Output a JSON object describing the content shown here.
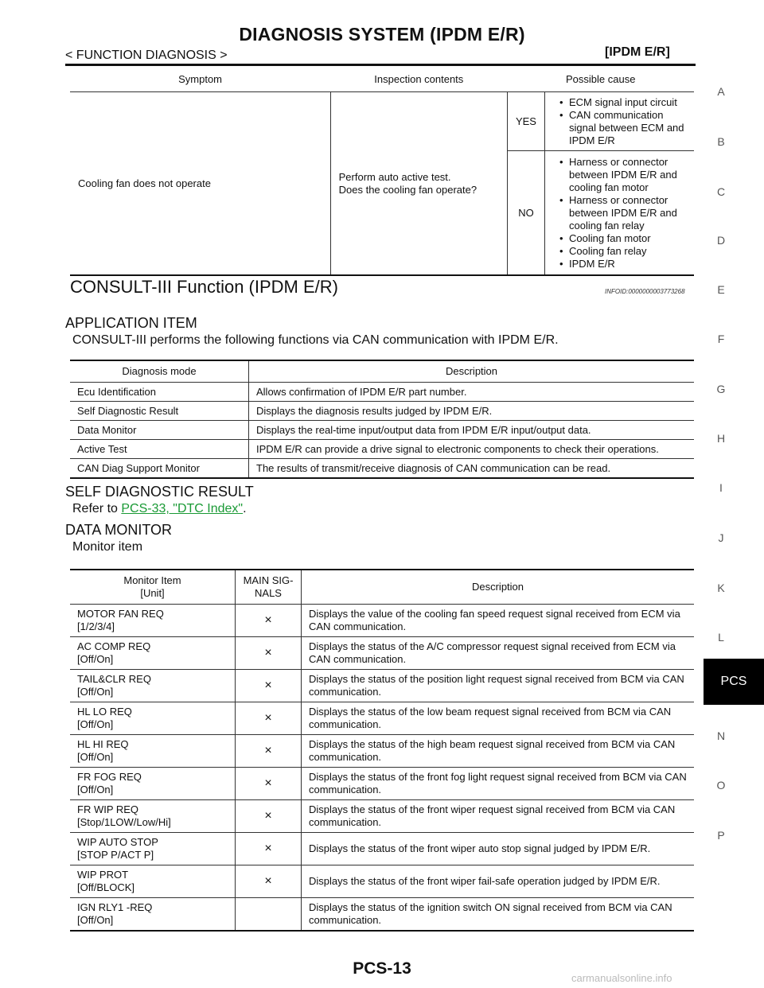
{
  "header": {
    "title": "DIAGNOSIS SYSTEM (IPDM E/R)",
    "breadcrumb": "< FUNCTION DIAGNOSIS >",
    "section": "[IPDM E/R]"
  },
  "symptom_table": {
    "headers": [
      "Symptom",
      "Inspection contents",
      "Possible cause"
    ],
    "symptom": "Cooling fan does not operate",
    "inspection_line1": "Perform auto active test.",
    "inspection_line2": "Does the cooling fan operate?",
    "yes_label": "YES",
    "yes_causes": [
      "ECM signal input circuit",
      "CAN communication signal between ECM and IPDM E/R"
    ],
    "no_label": "NO",
    "no_causes": [
      "Harness or connector between IPDM E/R and cooling fan motor",
      "Harness or connector between IPDM E/R and cooling fan relay",
      "Cooling fan motor",
      "Cooling fan relay",
      "IPDM E/R"
    ]
  },
  "consult": {
    "heading": "CONSULT-III Function (IPDM E/R)",
    "infoid": "INFOID:0000000003773268",
    "application_heading": "APPLICATION ITEM",
    "application_text": "CONSULT-III performs the following functions via CAN communication with IPDM E/R.",
    "mode_table": {
      "headers": [
        "Diagnosis mode",
        "Description"
      ],
      "rows": [
        [
          "Ecu Identification",
          "Allows confirmation of IPDM E/R part number."
        ],
        [
          "Self Diagnostic Result",
          "Displays the diagnosis results judged by IPDM E/R."
        ],
        [
          "Data Monitor",
          "Displays the real-time input/output data from IPDM E/R input/output data."
        ],
        [
          "Active Test",
          "IPDM E/R can provide a drive signal to electronic components to check their operations."
        ],
        [
          "CAN Diag Support Monitor",
          "The results of transmit/receive diagnosis of CAN communication can be read."
        ]
      ]
    },
    "self_diag_heading": "SELF DIAGNOSTIC RESULT",
    "self_diag_prefix": "Refer to ",
    "self_diag_link": "PCS-33, \"DTC Index\"",
    "self_diag_suffix": ".",
    "data_monitor_heading": "DATA MONITOR",
    "monitor_item_label": "Monitor item"
  },
  "monitor_table": {
    "header_item_line1": "Monitor Item",
    "header_item_line2": "[Unit]",
    "header_main_line1": "MAIN SIG-",
    "header_main_line2": "NALS",
    "header_desc": "Description",
    "rows": [
      {
        "item": "MOTOR FAN REQ",
        "unit": "[1/2/3/4]",
        "main": "×",
        "desc": "Displays the value of the cooling fan speed request signal received from ECM via CAN communication."
      },
      {
        "item": "AC COMP REQ",
        "unit": "[Off/On]",
        "main": "×",
        "desc": "Displays the status of the A/C compressor request signal received from ECM via CAN communication."
      },
      {
        "item": "TAIL&CLR REQ",
        "unit": "[Off/On]",
        "main": "×",
        "desc": "Displays the status of the position light request signal received from BCM via CAN communication."
      },
      {
        "item": "HL LO REQ",
        "unit": "[Off/On]",
        "main": "×",
        "desc": "Displays the status of the low beam request signal received from BCM via CAN communication."
      },
      {
        "item": "HL HI REQ",
        "unit": "[Off/On]",
        "main": "×",
        "desc": "Displays the status of the high beam request signal received from BCM via CAN communication."
      },
      {
        "item": "FR FOG REQ",
        "unit": "[Off/On]",
        "main": "×",
        "desc": "Displays the status of the front fog light request signal received from BCM via CAN communication."
      },
      {
        "item": "FR WIP REQ",
        "unit": "[Stop/1LOW/Low/Hi]",
        "main": "×",
        "desc": "Displays the status of the front wiper request signal received from BCM via CAN communication."
      },
      {
        "item": "WIP AUTO STOP",
        "unit": "[STOP P/ACT P]",
        "main": "×",
        "desc": "Displays the status of the front wiper auto stop signal judged by IPDM E/R."
      },
      {
        "item": "WIP PROT",
        "unit": "[Off/BLOCK]",
        "main": "×",
        "desc": "Displays the status of the front wiper fail-safe operation judged by IPDM E/R."
      },
      {
        "item": "IGN RLY1 -REQ",
        "unit": "[Off/On]",
        "main": "",
        "desc": "Displays the status of the ignition switch ON signal received from BCM via CAN communication."
      }
    ]
  },
  "side_index": [
    "A",
    "B",
    "C",
    "D",
    "E",
    "F",
    "G",
    "H",
    "I",
    "J",
    "K",
    "L",
    "N",
    "O",
    "P"
  ],
  "active_tab": "PCS",
  "page_number": "PCS-13",
  "watermark": "carmanualsonline.info"
}
